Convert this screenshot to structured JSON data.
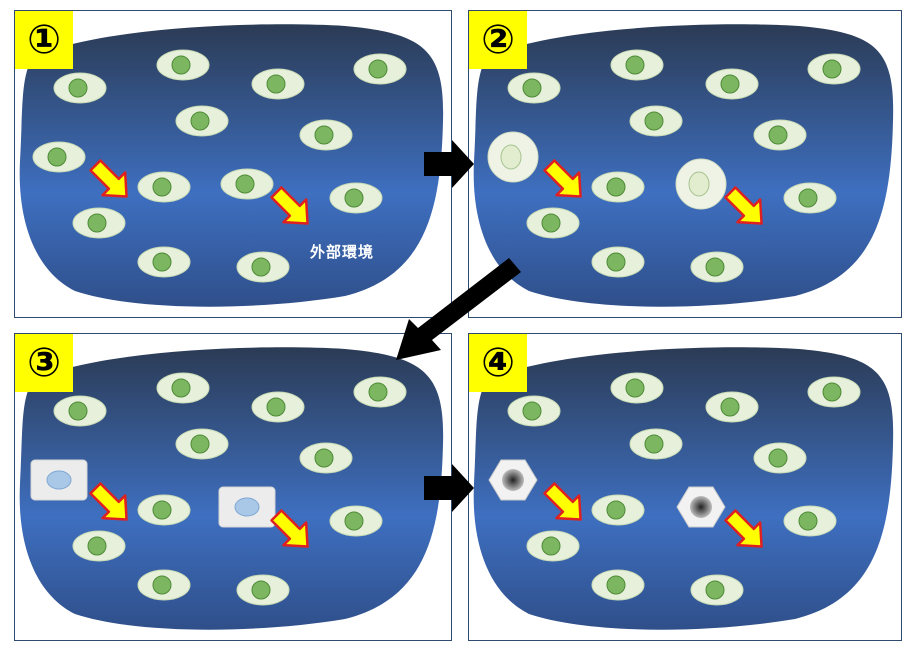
{
  "colors": {
    "badge": "#ffff00",
    "env_top": "#2b3b55",
    "env_bottom": "#3e6fc0",
    "cell": "#e6f0da",
    "nucleus": "#7cb660",
    "arrow_fill": "#ffff00",
    "arrow_stroke": "#e02020",
    "flow_arrow": "#000000",
    "sheet": "#ececec",
    "dark_core": "#555555"
  },
  "panels": [
    {
      "id": "panel-1",
      "badge": "①",
      "env_label": "外部環境",
      "target_state": "normal",
      "target_icon": "highlight-arrow-icon"
    },
    {
      "id": "panel-2",
      "badge": "②",
      "env_label": "",
      "target_state": "swollen",
      "target_icon": "highlight-arrow-icon"
    },
    {
      "id": "panel-3",
      "badge": "③",
      "env_label": "",
      "target_state": "flattened",
      "target_icon": "highlight-arrow-icon"
    },
    {
      "id": "panel-4",
      "badge": "④",
      "env_label": "",
      "target_state": "hexagonal",
      "target_icon": "highlight-arrow-icon"
    }
  ],
  "flow_arrows": [
    "right-arrow-icon",
    "diagonal-arrow-icon",
    "right-arrow-icon"
  ]
}
